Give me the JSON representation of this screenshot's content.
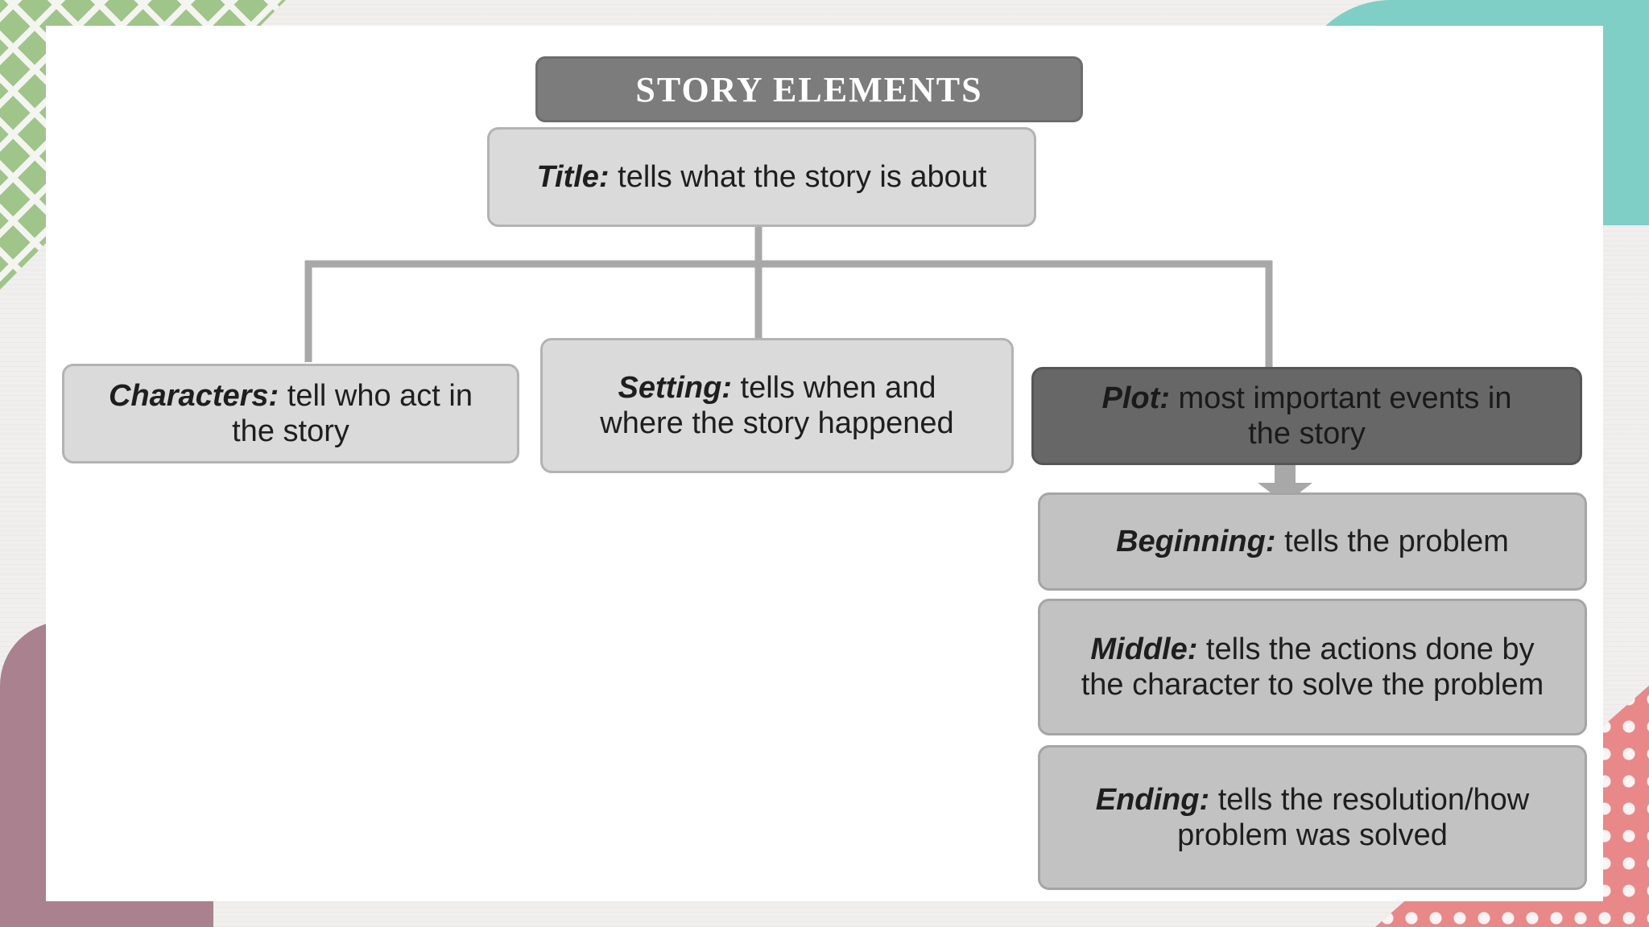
{
  "diagram": {
    "header": "STORY ELEMENTS",
    "nodes": {
      "title": {
        "term": "Title:",
        "desc": " tells what the story is about"
      },
      "characters": {
        "term": "Characters:",
        "desc": " tell who act in the story"
      },
      "setting": {
        "term": "Setting:",
        "desc": "  tells when and where the story happened"
      },
      "plot": {
        "term": "Plot:",
        "desc": " most important events in the story"
      },
      "beginning": {
        "term": "Beginning:",
        "desc": " tells the problem"
      },
      "middle": {
        "term": "Middle:",
        "desc": "  tells the actions done by the character to solve the problem"
      },
      "ending": {
        "term": "Ending:",
        "desc": " tells the resolution/how problem was solved"
      }
    },
    "edges": [
      [
        "title",
        "characters"
      ],
      [
        "title",
        "setting"
      ],
      [
        "title",
        "plot"
      ],
      [
        "plot",
        "beginning"
      ]
    ],
    "colors": {
      "header_fill": "#7c7c7c",
      "node_fill": "#dadada",
      "plot_fill": "#676767",
      "subnode_fill": "#c2c2c2",
      "connector": "#a8a8a8"
    }
  }
}
